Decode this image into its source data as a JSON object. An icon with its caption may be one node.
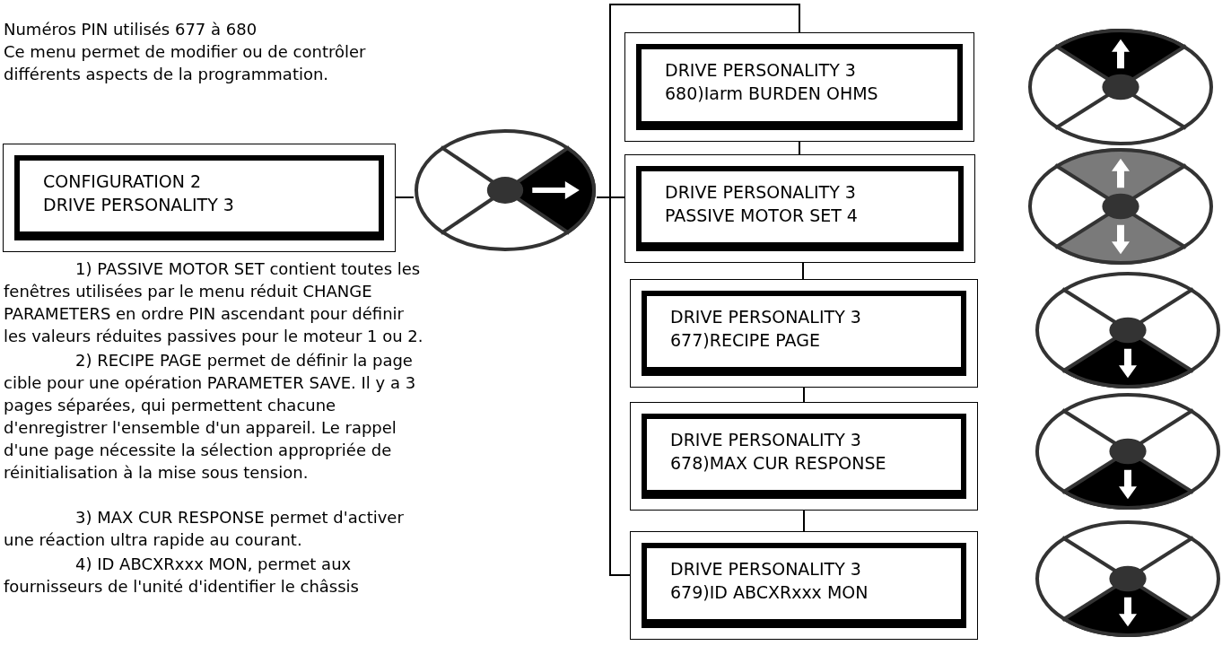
{
  "diagram": {
    "nodes": [
      {
        "text": [
          "CONFIGURATION 2",
          "DRIVE PERSONALITY 3"
        ]
      },
      {
        "text": [],
        "shape": "picture"
      },
      {
        "text": [
          "DRIVE PERSONALITY 3",
          "680)Iarm BURDEN OHMS"
        ]
      },
      {
        "text": [
          "DRIVE PERSONALITY 3",
          "PASSIVE MOTOR SET 4"
        ]
      },
      {
        "text": [
          "DRIVE PERSONALITY 3",
          "677)RECIPE PAGE"
        ]
      },
      {
        "text": [
          "DRIVE PERSONALITY 3",
          "678)MAX CUR RESPONSE"
        ]
      },
      {
        "text": [
          "DRIVE PERSONALITY 3",
          "679)ID ABCXRxxx MON"
        ]
      }
    ],
    "edges": [
      {
        "from": 0,
        "to": 1,
        "arrow": "none"
      },
      {
        "from": 1,
        "to": 3,
        "arrow": "none"
      },
      {
        "from": 2,
        "to": 3,
        "arrow": "none"
      },
      {
        "from": 3,
        "to": 4,
        "arrow": "none"
      },
      {
        "from": 4,
        "to": 5,
        "arrow": "none"
      },
      {
        "from": 5,
        "to": 6,
        "arrow": "none"
      },
      {
        "from": 6,
        "to": 2,
        "arrow": "none"
      }
    ],
    "labels": [
      "Numéros PIN utilisés 677 à 680",
      "Ce menu permet de modifier ou de contrôler différents aspects de la programmation.",
      "1) PASSIVE MOTOR SET contient toutes les fenêtres utilisées par le menu réduit CHANGE PARAMETERS en ordre PIN ascendant pour définir les valeurs réduites passives pour le moteur 1 ou 2.",
      "2) RECIPE PAGE permet de définir la page cible pour une opération PARAMETER SAVE. Il y a 3 pages séparées, qui permettent chacune d'enregistrer l'ensemble d'un appareil. Le rappel d'une page nécessite la sélection appropriée de réinitialisation à la mise sous tension.",
      "3) MAX CUR RESPONSE permet d'activer une réaction ultra rapide au courant.",
      "4) ID ABCXRxxx MON, permet aux fournisseurs de l'unité d'identifier le châssis"
    ]
  }
}
